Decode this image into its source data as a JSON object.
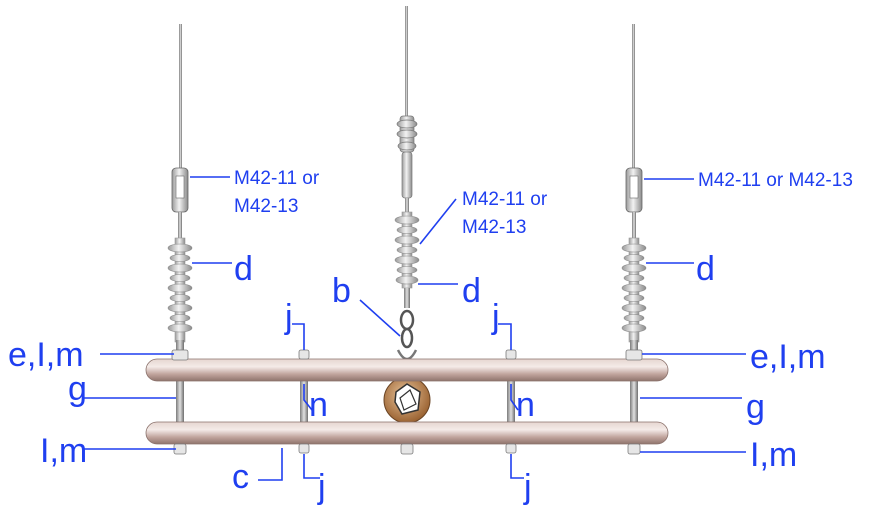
{
  "labels": {
    "part_left_top_1": "M42-11 or",
    "part_left_top_2": "M42-13",
    "part_center_1": "M42-11 or",
    "part_center_2": "M42-13",
    "part_right": "M42-11 or M42-13",
    "d_left": "d",
    "d_center": "d",
    "d_right": "d",
    "b": "b",
    "j_top_left": "j",
    "j_top_right": "j",
    "j_bottom_left": "j",
    "j_bottom_right": "j",
    "eim_left": "e,I,m",
    "eim_right": "e,I,m",
    "g_left": "g",
    "g_right": "g",
    "n_left": "n",
    "n_right": "n",
    "im_left": "I,m",
    "im_right": "I,m",
    "c": "c"
  },
  "colors": {
    "label": "#1f3ff0",
    "pipe": "#c9aea6",
    "insulator": "#c8c8c8",
    "conductor": "#c08a5a"
  }
}
